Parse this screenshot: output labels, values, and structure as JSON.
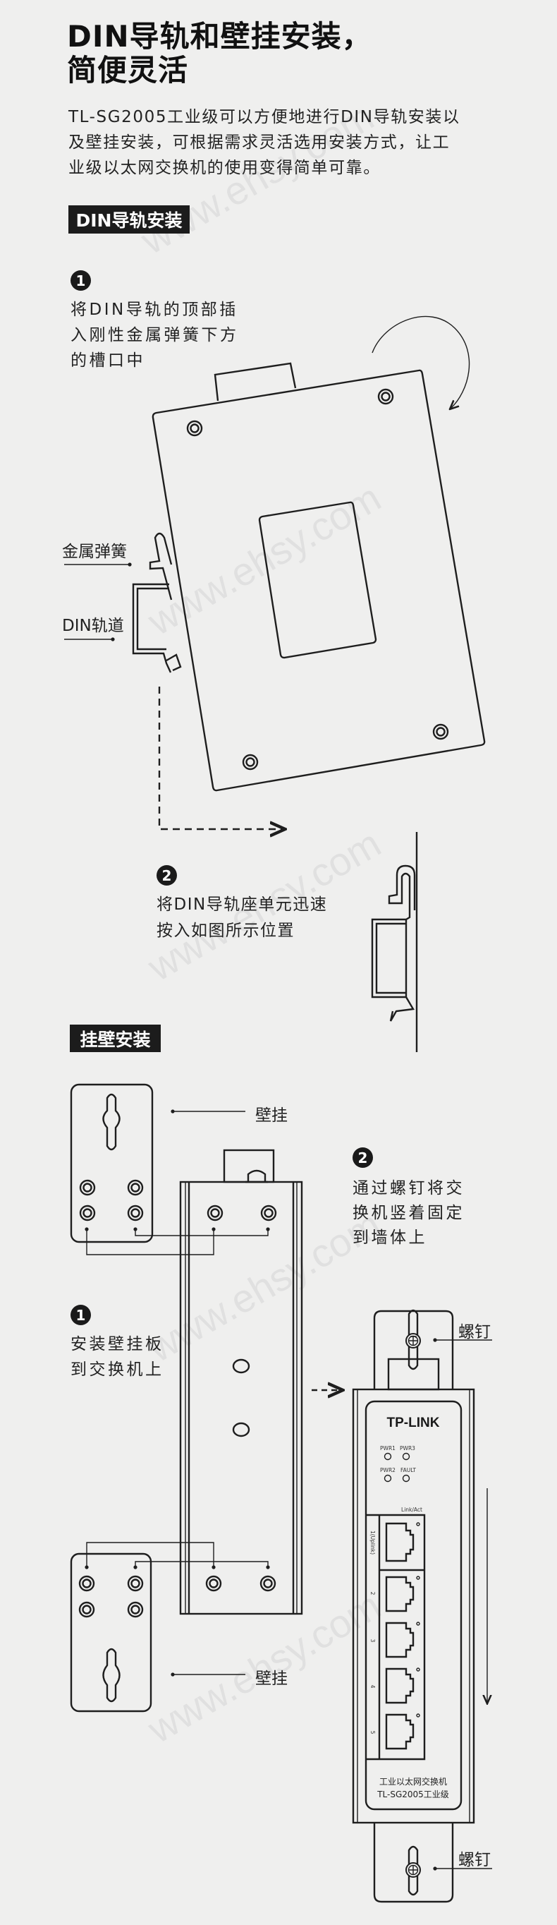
{
  "header": {
    "title_lines": [
      "DIN导轨和壁挂安装，",
      "简便灵活"
    ],
    "intro_lines": [
      "TL-SG2005工业级可以方便地进行DIN导轨安装以",
      "及壁挂安装，可根据需求灵活选用安装方式，让工",
      "业级以太网交换机的使用变得简单可靠。"
    ]
  },
  "din_section": {
    "badge": "DIN导轨安装",
    "step1": {
      "number": "1",
      "lines": [
        "将DIN导轨的顶部插",
        "入刚性金属弹簧下方",
        "的槽口中"
      ]
    },
    "label_spring": "金属弹簧",
    "label_rail": "DIN轨道",
    "step2": {
      "number": "2",
      "lines": [
        "将DIN导轨座单元迅速",
        "按入如图所示位置"
      ]
    }
  },
  "wall_section": {
    "badge": "挂壁安装",
    "label_wall_top": "壁挂",
    "label_wall_bottom": "壁挂",
    "step1": {
      "number": "1",
      "lines": [
        "安装壁挂板",
        "到交换机上"
      ]
    },
    "step2": {
      "number": "2",
      "lines": [
        "通过螺钉将交",
        "换机竖着固定",
        "到墙体上"
      ]
    },
    "label_screw_top": "螺钉",
    "label_screw_bottom": "螺钉"
  },
  "device": {
    "brand": "TP-LINK",
    "leds": [
      "PWR1",
      "PWR3",
      "PWR2",
      "FAULT"
    ],
    "link_act": "Link/Act",
    "ports": [
      "1(Uplink)",
      "2",
      "3",
      "4",
      "5"
    ],
    "caption_lines": [
      "工业以太网交换机",
      "TL-SG2005工业级"
    ]
  },
  "watermark": "www.ehsy.com"
}
